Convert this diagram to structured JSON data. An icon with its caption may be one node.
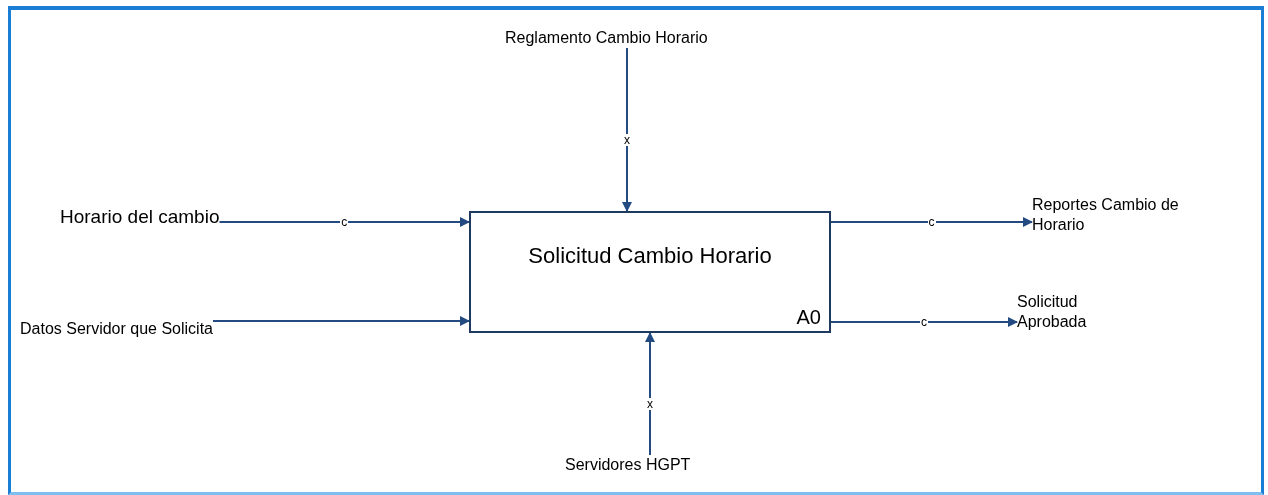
{
  "diagram": {
    "nodes": [
      {
        "text": [
          "Reglamento Cambio Horario"
        ]
      },
      {
        "text": [
          "Horario del cambio"
        ]
      },
      {
        "text": [
          "Datos Servidor que Solicita"
        ]
      },
      {
        "text": [
          "Solicitud Cambio Horario",
          "A0"
        ]
      },
      {
        "text": [
          "Reportes Cambio de Horario"
        ]
      },
      {
        "text": [
          "Solicitud Aprobada"
        ]
      },
      {
        "text": [
          "Servidores HGPT"
        ]
      }
    ],
    "edges": [
      {
        "from": 0,
        "to": 3,
        "arrow": "to",
        "label": "x"
      },
      {
        "from": 1,
        "to": 3,
        "arrow": "to",
        "label": "c"
      },
      {
        "from": 2,
        "to": 3,
        "arrow": "to"
      },
      {
        "from": 3,
        "to": 4,
        "arrow": "to",
        "label": "c"
      },
      {
        "from": 3,
        "to": 5,
        "arrow": "to",
        "label": "c"
      },
      {
        "from": 6,
        "to": 3,
        "arrow": "to",
        "label": "x"
      }
    ]
  }
}
